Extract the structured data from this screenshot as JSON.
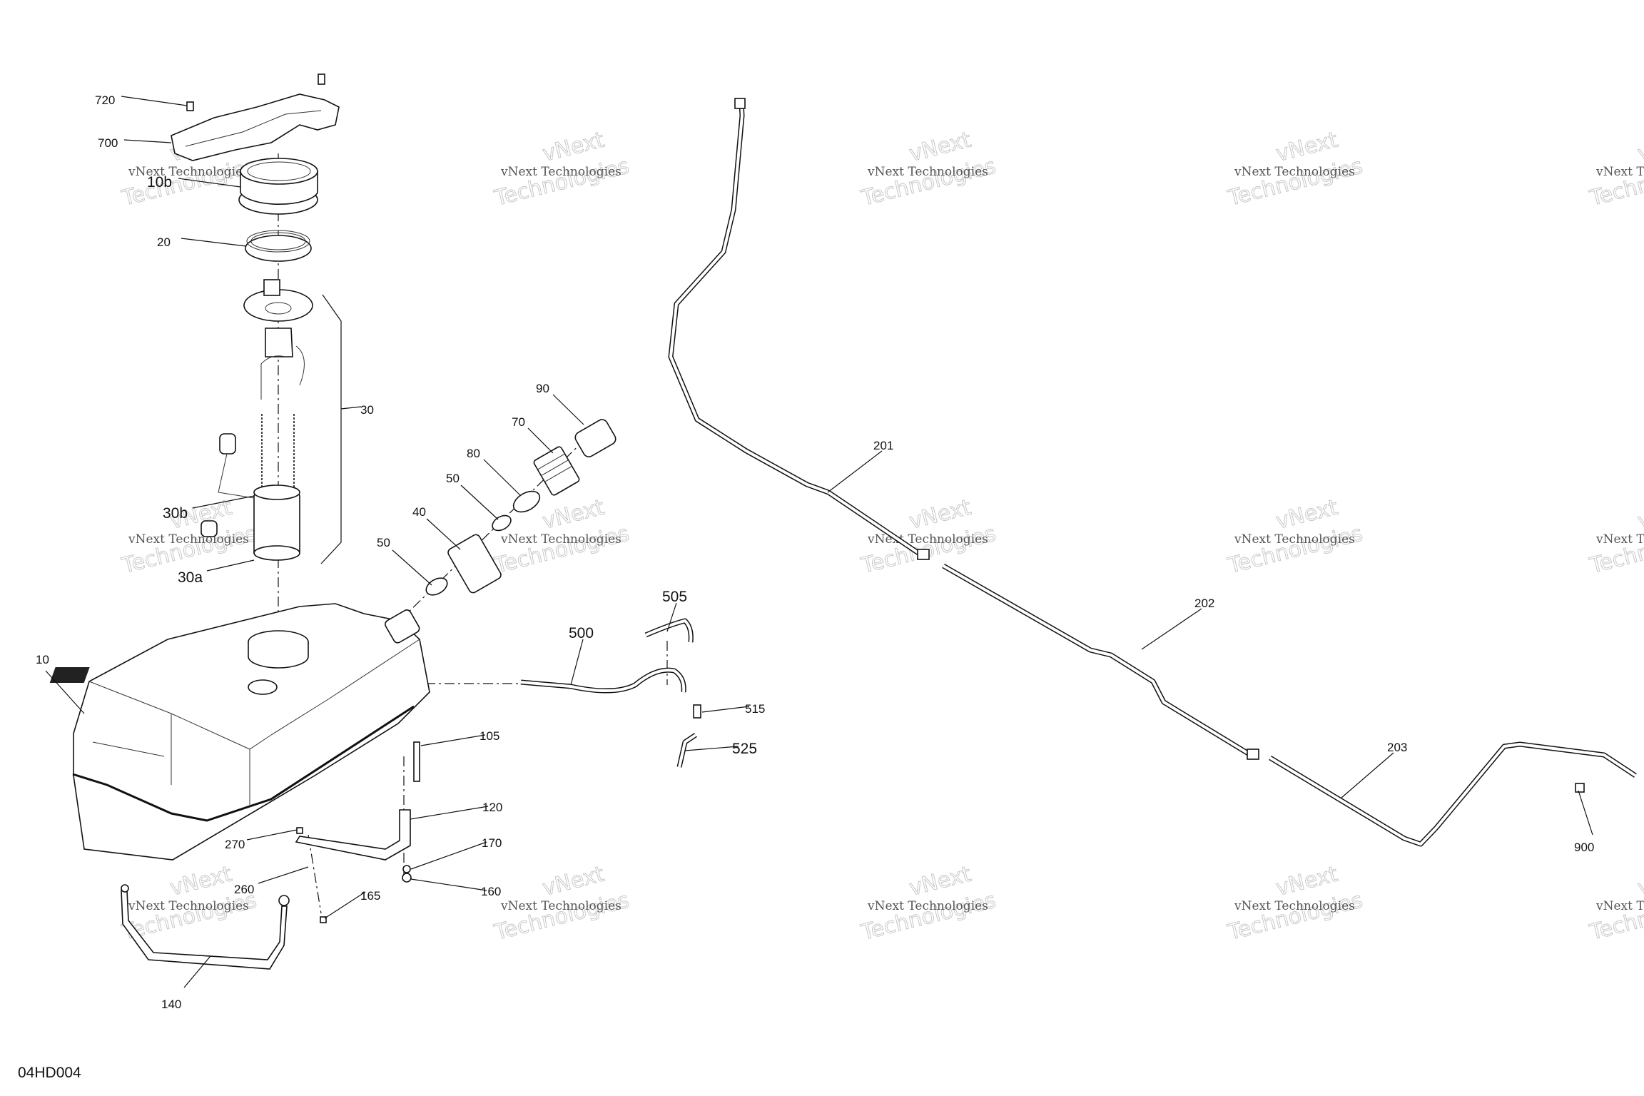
{
  "diagram_code": "04HD004",
  "watermark": {
    "line1": "vNext Technologies",
    "line2": "vNext",
    "line3": "Technologies"
  },
  "callouts": {
    "c720": "720",
    "c700": "700",
    "c10b": "10b",
    "c20": "20",
    "c30": "30",
    "c30b": "30b",
    "c30a": "30a",
    "c90": "90",
    "c70": "70",
    "c80": "80",
    "c50a": "50",
    "c40": "40",
    "c50b": "50",
    "c10": "10",
    "c505": "505",
    "c500": "500",
    "c515": "515",
    "c525": "525",
    "c105": "105",
    "c120": "120",
    "c270": "270",
    "c170": "170",
    "c260": "260",
    "c165": "165",
    "c160": "160",
    "c140": "140",
    "c201": "201",
    "c202": "202",
    "c203": "203",
    "c900": "900"
  }
}
